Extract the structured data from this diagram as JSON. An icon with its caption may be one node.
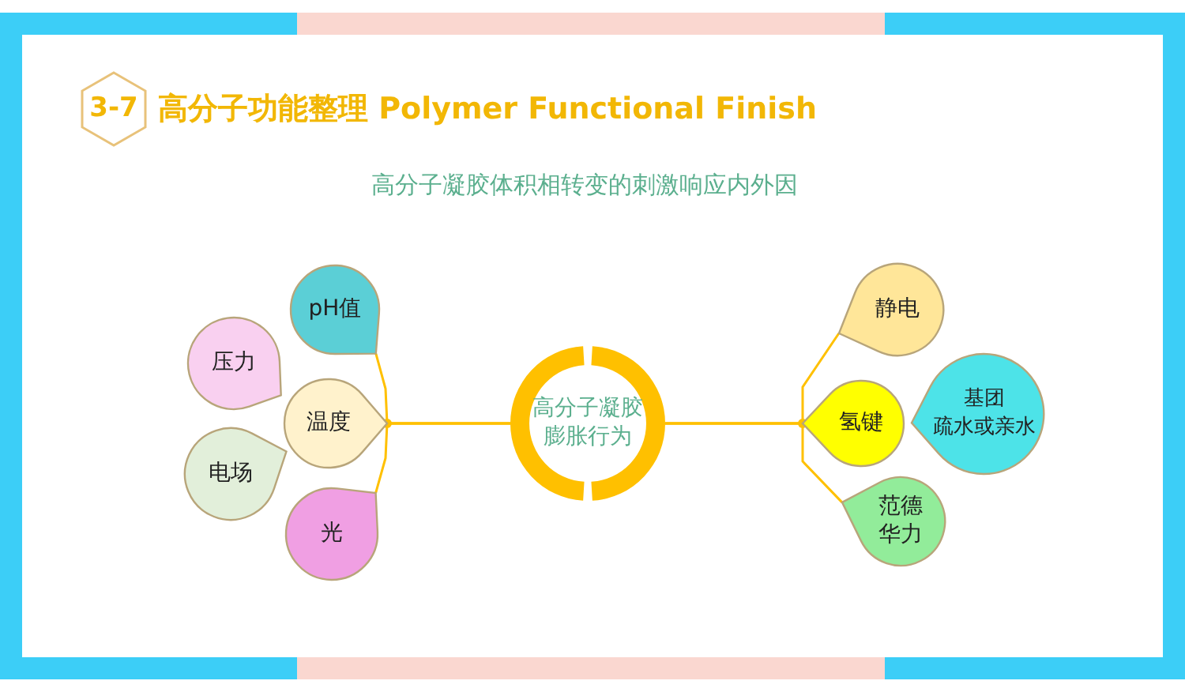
{
  "diagram": {
    "title": "高分子功能整理 Polymer Functional Finish",
    "nodes": [
      {
        "text": [
          "3-7"
        ]
      },
      {
        "text": [
          "pH值"
        ]
      },
      {
        "text": [
          "压力"
        ]
      },
      {
        "text": [
          "温度"
        ]
      },
      {
        "text": [
          "电场"
        ]
      },
      {
        "text": [
          "光"
        ]
      },
      {
        "text": [
          "高分子凝胶膨胀行为"
        ]
      },
      {
        "text": [
          "静电"
        ]
      },
      {
        "text": [
          "氢键"
        ]
      },
      {
        "text": [
          "基团",
          "疏水或亲水"
        ]
      },
      {
        "text": [
          "范德华力"
        ]
      }
    ],
    "edges": [
      {
        "from": 3,
        "to": 6,
        "arrow": "other"
      },
      {
        "from": 1,
        "to": 6,
        "arrow": "none"
      },
      {
        "from": 5,
        "to": 6,
        "arrow": "none"
      },
      {
        "from": 8,
        "to": 6,
        "arrow": "other"
      },
      {
        "from": 6,
        "to": 7,
        "arrow": "none"
      },
      {
        "from": 6,
        "to": 10,
        "arrow": "none"
      }
    ],
    "labels": [
      "高分子凝胶体积相转变的刺激响应内外因"
    ]
  }
}
